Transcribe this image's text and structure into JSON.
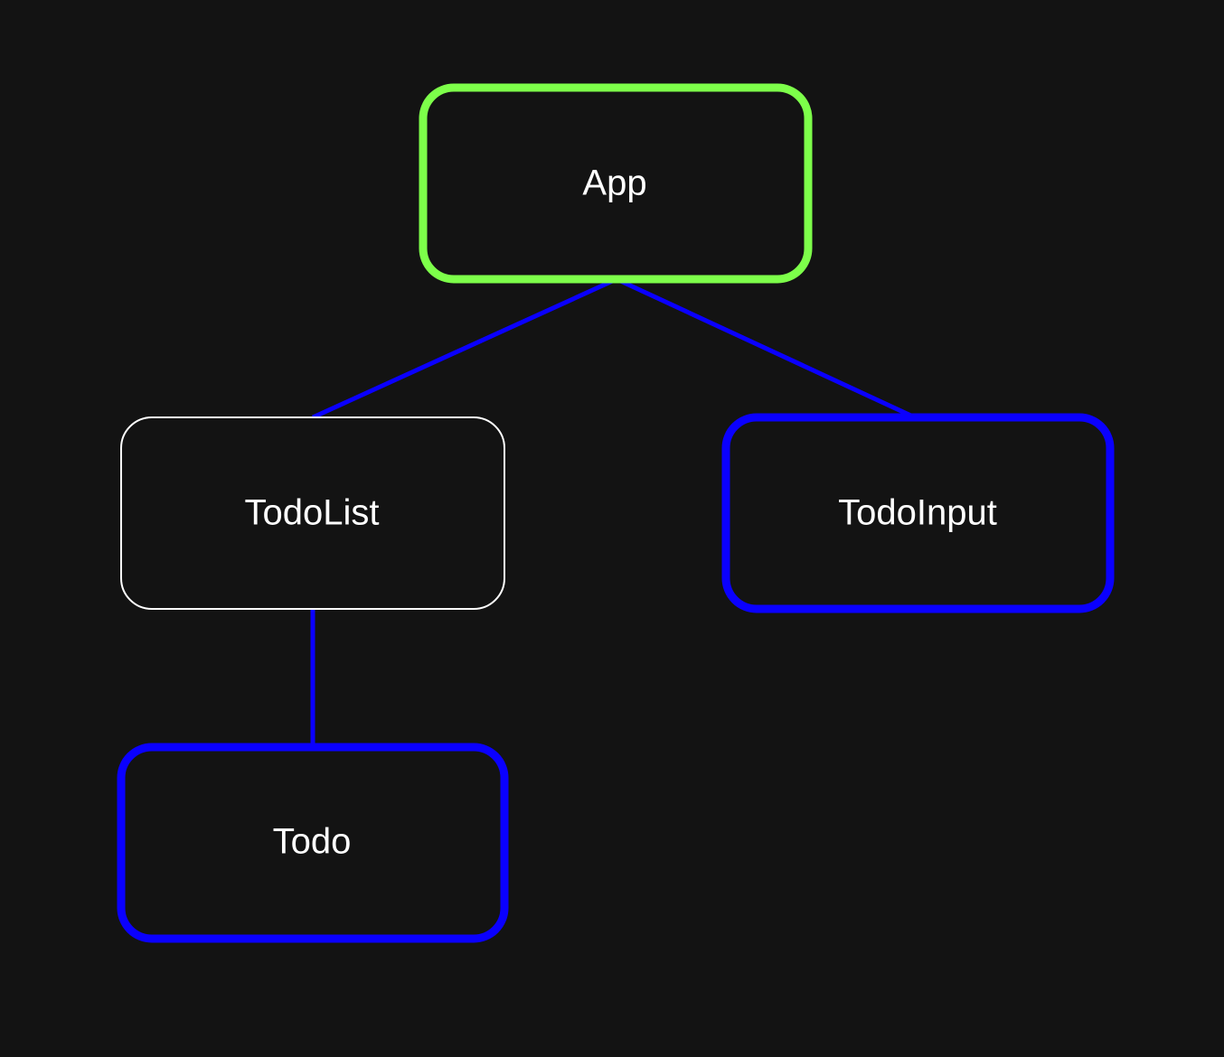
{
  "diagram": {
    "background": "#131313",
    "nodes": {
      "app": {
        "label": "App",
        "border_color": "#7dff4a"
      },
      "todolist": {
        "label": "TodoList",
        "border_color": "#ffffff"
      },
      "todoinput": {
        "label": "TodoInput",
        "border_color": "#0a00ff"
      },
      "todo": {
        "label": "Todo",
        "border_color": "#0a00ff"
      }
    },
    "edges": [
      {
        "from": "app",
        "to": "todolist",
        "color": "#0a00ff"
      },
      {
        "from": "app",
        "to": "todoinput",
        "color": "#0a00ff"
      },
      {
        "from": "todolist",
        "to": "todo",
        "color": "#0a00ff"
      }
    ]
  }
}
